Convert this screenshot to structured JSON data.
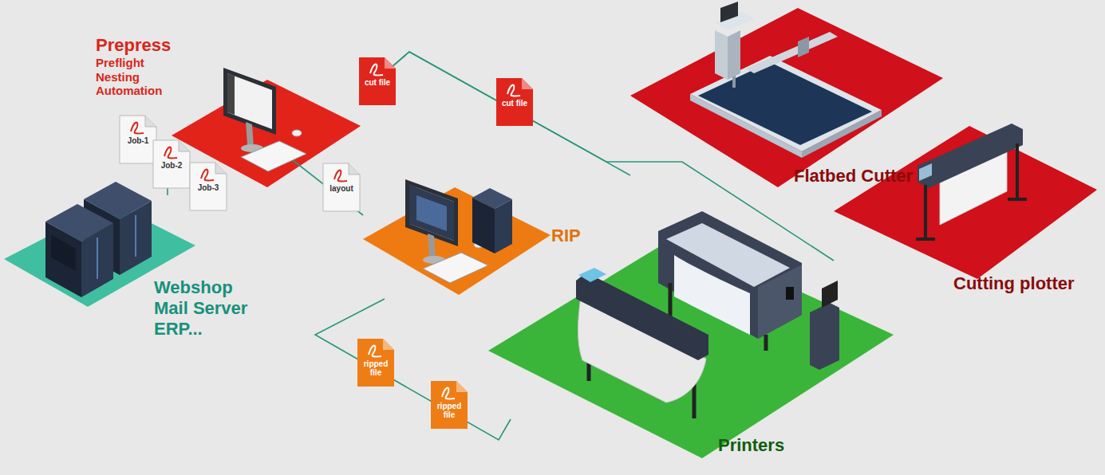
{
  "diagram": {
    "nodes": [
      {
        "text": [
          "Webshop",
          "Mail Server",
          "ERP..."
        ]
      },
      {
        "text": [
          "Prepress",
          "Preflight",
          "Nesting",
          "Automation"
        ]
      },
      {
        "text": [
          "RIP"
        ]
      },
      {
        "text": [
          "Printers"
        ]
      },
      {
        "text": [
          "Flatbed Cutter"
        ]
      },
      {
        "text": [
          "Cutting plotter"
        ]
      }
    ],
    "edges": [
      {
        "from": 0,
        "to": 1,
        "arrow": "none"
      },
      {
        "from": 1,
        "to": 2,
        "arrow": "none"
      },
      {
        "from": 1,
        "to": 4,
        "arrow": "none"
      },
      {
        "from": 1,
        "to": 5,
        "arrow": "none"
      },
      {
        "from": 2,
        "to": 3,
        "arrow": "none"
      }
    ],
    "labels": [
      "Job-1",
      "Job-2",
      "Job-3",
      "layout",
      "cut file",
      "cut file",
      "ripped file",
      "ripped file"
    ]
  }
}
